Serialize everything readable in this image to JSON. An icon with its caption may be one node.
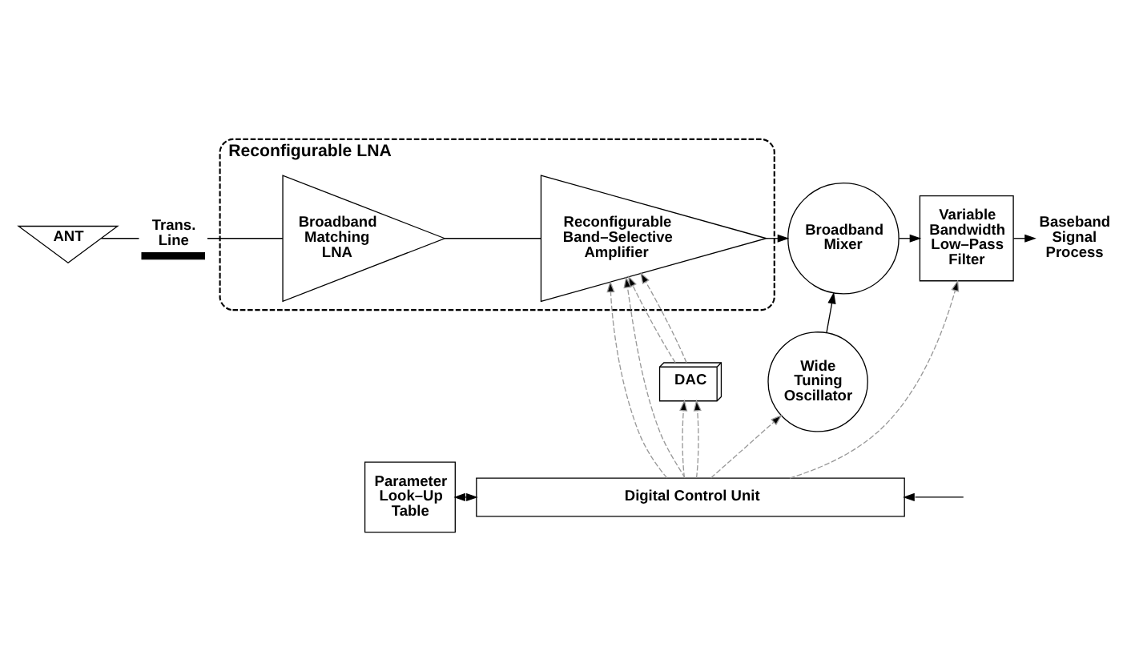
{
  "diagram": {
    "nodes": [
      {
        "text": [
          "Reconfigurable LNA"
        ]
      },
      {
        "text": [
          "ANT"
        ]
      },
      {
        "text": [
          "Trans. Line"
        ]
      },
      {
        "text": [
          "Broadband Matching LNA"
        ],
        "in": 0
      },
      {
        "text": [
          "Reconfigurable Band–Selective Amplifier"
        ],
        "in": 0
      },
      {
        "text": [
          "Broadband Mixer"
        ]
      },
      {
        "text": [
          "Variable Bandwidth Low–Pass Filter"
        ]
      },
      {
        "text": [
          "Baseband Signal Process"
        ]
      },
      {
        "text": [
          "DAC"
        ]
      },
      {
        "text": [
          "Wide Tuning Oscillator"
        ]
      },
      {
        "text": [
          "Parameter Look–Up Table"
        ]
      },
      {
        "text": [
          "Digital Control Unit"
        ]
      }
    ],
    "edges": [
      {
        "from": 1,
        "to": 2,
        "arrow": "none"
      },
      {
        "from": 2,
        "to": 3,
        "arrow": "none"
      },
      {
        "from": 3,
        "to": 4,
        "arrow": "none"
      },
      {
        "from": 4,
        "to": 5,
        "arrow": "to"
      },
      {
        "from": 5,
        "to": 6,
        "arrow": "to"
      },
      {
        "from": 6,
        "to": 7,
        "arrow": "to"
      },
      {
        "from": 9,
        "to": 5,
        "arrow": "to"
      },
      {
        "from": 11,
        "to": 4,
        "arrow": "to",
        "style": "dashed",
        "color": "#999999"
      },
      {
        "from": 11,
        "to": 4,
        "arrow": "to",
        "style": "dashed",
        "color": "#999999"
      },
      {
        "from": 11,
        "to": 8,
        "arrow": "to",
        "style": "dashed",
        "color": "#999999"
      },
      {
        "from": 11,
        "to": 8,
        "arrow": "to",
        "style": "dashed",
        "color": "#999999"
      },
      {
        "from": 8,
        "to": 4,
        "arrow": "to",
        "style": "dashed",
        "color": "#999999"
      },
      {
        "from": 8,
        "to": 4,
        "arrow": "to",
        "style": "dashed",
        "color": "#999999"
      },
      {
        "from": 11,
        "to": 9,
        "arrow": "to",
        "style": "dashed",
        "color": "#999999"
      },
      {
        "from": 11,
        "to": 6,
        "arrow": "to",
        "style": "dashed",
        "color": "#999999"
      },
      {
        "from": 10,
        "to": 11,
        "arrow": "both"
      },
      {
        "from": null,
        "to": 11,
        "arrow": "to"
      }
    ]
  }
}
